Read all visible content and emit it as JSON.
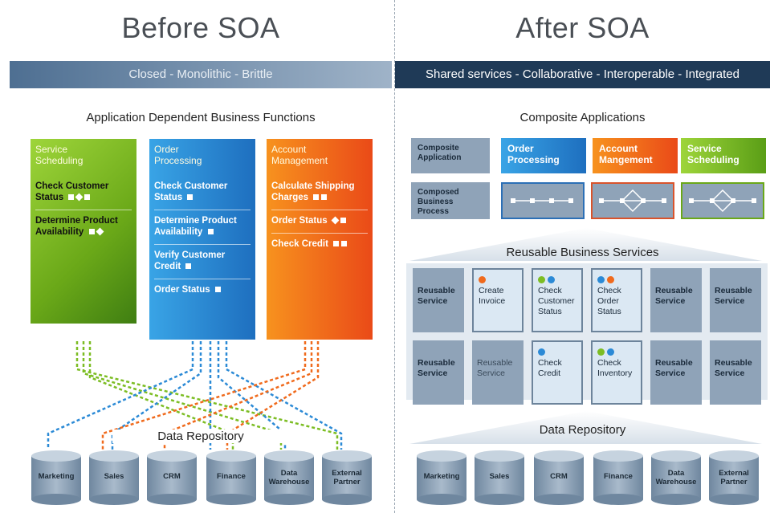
{
  "left": {
    "title": "Before SOA",
    "band": "Closed - Monolithic - Brittle",
    "section_title": "Application Dependent Business Functions",
    "columns": [
      {
        "name": "Service\nScheduling",
        "items": [
          "Check Customer Status",
          "Determine Product Availability"
        ]
      },
      {
        "name": "Order\nProcessing",
        "items": [
          "Check Customer Status",
          "Determine Product Availability",
          "Verify Customer Credit",
          "Order Status"
        ]
      },
      {
        "name": "Account\nManagement",
        "items": [
          "Calculate Shipping Charges",
          "Order Status",
          "Check Credit"
        ]
      }
    ],
    "repo_label": "Data Repository",
    "databases": [
      "Marketing",
      "Sales",
      "CRM",
      "Finance",
      "Data Warehouse",
      "External Partner"
    ]
  },
  "right": {
    "title": "After SOA",
    "band": "Shared services - Collaborative - Interoperable - Integrated",
    "section_title": "Composite Applications",
    "row_labels": {
      "composite": "Composite Application",
      "composed": "Composed Business Process"
    },
    "apps": [
      "Order Processing",
      "Account Mangement",
      "Service Scheduling"
    ],
    "reusable_title": "Reusable Business Services",
    "services_row1": [
      "Reusable Service",
      "Create Invoice",
      "Check Customer Status",
      "Check Order Status",
      "Reusable Service",
      "Reusable Service"
    ],
    "services_row2": [
      "Reusable Service",
      "Reusable Service",
      "Check Credit",
      "Check Inventory",
      "Reusable Service",
      "Reusable Service"
    ],
    "repo_label": "Data Repository",
    "databases": [
      "Marketing",
      "Sales",
      "CRM",
      "Finance",
      "Data Warehouse",
      "External Partner"
    ]
  },
  "colors": {
    "green": "#7cbd23",
    "blue": "#2b8ad6",
    "orange": "#f06a1c",
    "slate": "#8fa3b8",
    "navy": "#1f3a57"
  }
}
